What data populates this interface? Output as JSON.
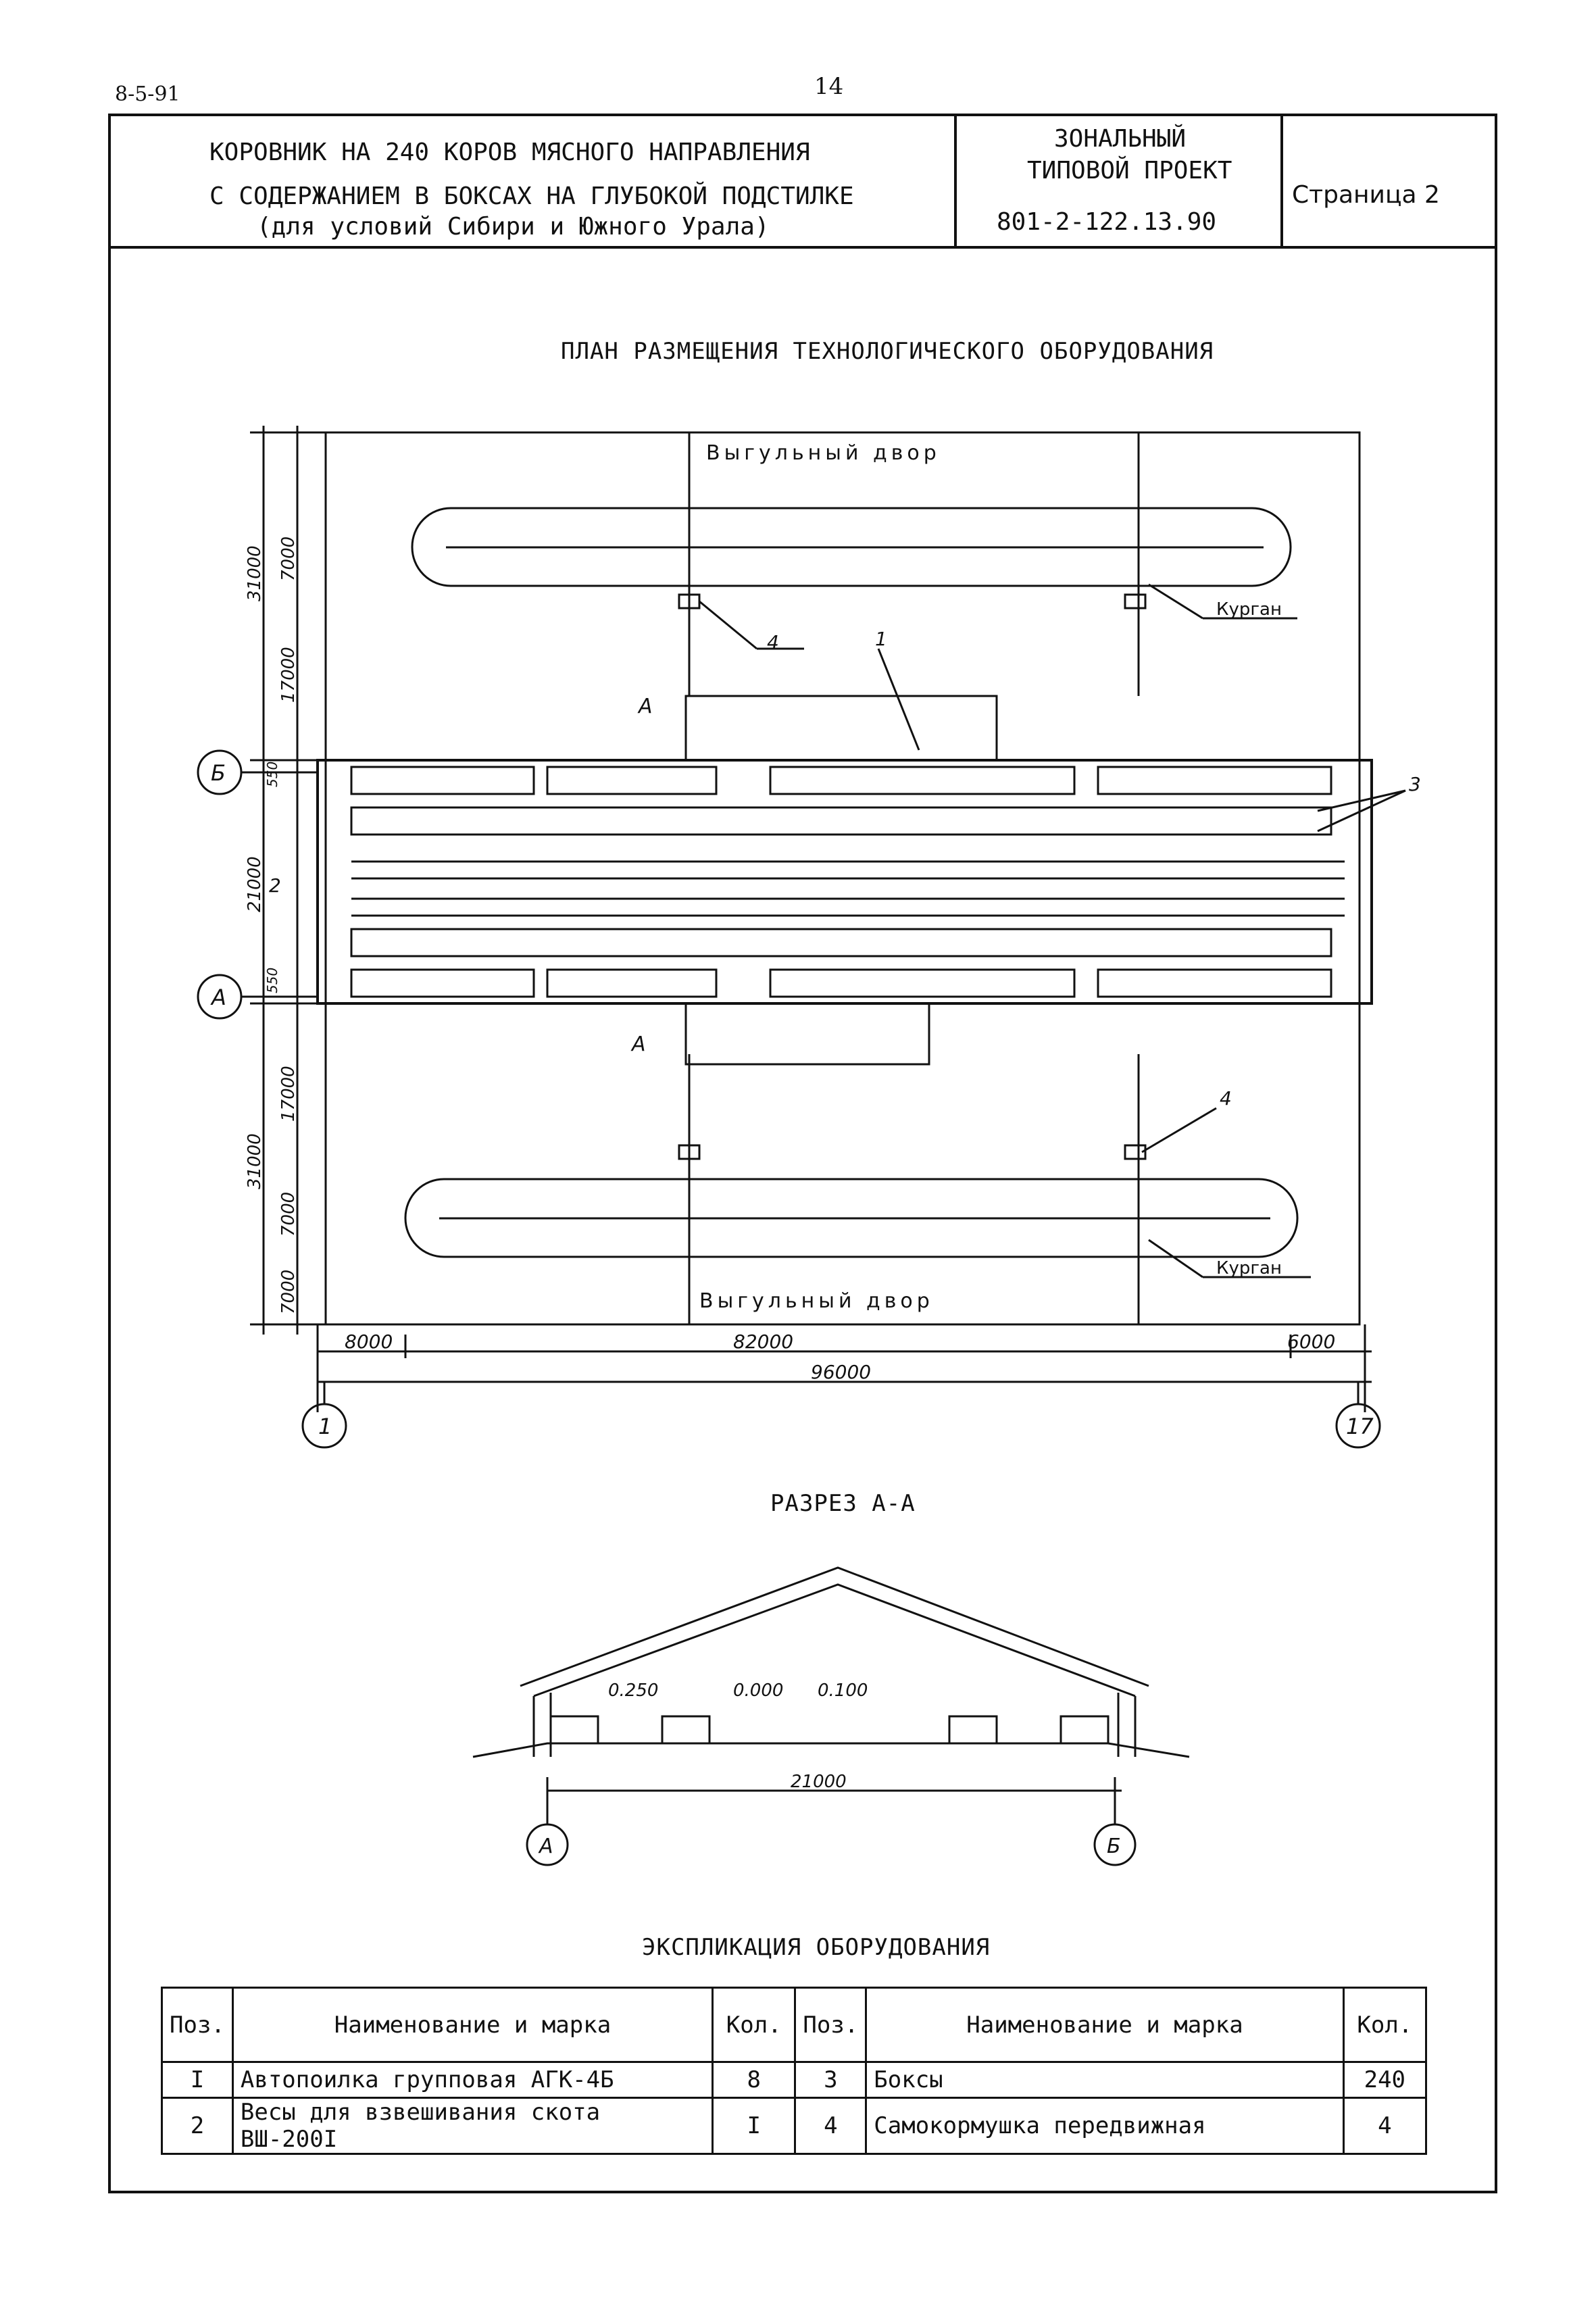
{
  "corner_code": "8-5-91",
  "page_number": "14",
  "title_block": {
    "line1": "КОРОВНИК НА 240 КОРОВ МЯСНОГО НАПРАВЛЕНИЯ",
    "line2": "С СОДЕРЖАНИЕМ  В БОКСАХ НА ГЛУБОКОЙ ПОДСТИЛКЕ",
    "line3": "(для условий Сибири и Южного Урала)",
    "project_type_1": "ЗОНАЛЬНЫЙ",
    "project_type_2": "ТИПОВОЙ ПРОЕКТ",
    "project_number": "801-2-122.13.90",
    "page_label": "Страница 2"
  },
  "plan": {
    "title": "ПЛАН РАЗМЕЩЕНИЯ ТЕХНОЛОГИЧЕСКОГО ОБОРУДОВАНИЯ",
    "yard_label": "Выгульный  двор",
    "mound_label": "Курган",
    "callouts": [
      "1",
      "2",
      "3",
      "4"
    ],
    "section_mark": "А",
    "axis_rows": [
      "Б",
      "А"
    ],
    "axis_cols": [
      "1",
      "17"
    ],
    "dim_vertical": [
      "31000",
      "7000",
      "17000",
      "550",
      "21000",
      "550",
      "17000",
      "31000",
      "7000",
      "7000"
    ],
    "dim_horizontal": [
      "8000",
      "82000",
      "6000",
      "96000"
    ]
  },
  "section": {
    "title": "РАЗРЕЗ А-А",
    "levels": [
      "0.250",
      "0.000",
      "0.100"
    ],
    "span": "21000",
    "axes": [
      "А",
      "Б"
    ]
  },
  "explication": {
    "title": "ЭКСПЛИКАЦИЯ ОБОРУДОВАНИЯ",
    "headers": {
      "pos": "Поз.",
      "name": "Наименование и марка",
      "qty": "Кол."
    },
    "rows": [
      {
        "pos": "I",
        "name": "Автопоилка групповая АГК-4Б",
        "qty": "8",
        "pos2": "3",
        "name2": "Боксы",
        "qty2": "240"
      },
      {
        "pos": "2",
        "name": "Весы для взвешивания скота ВШ-200I",
        "qty": "I",
        "pos2": "4",
        "name2": "Самокормушка передвижная",
        "qty2": "4"
      }
    ]
  }
}
